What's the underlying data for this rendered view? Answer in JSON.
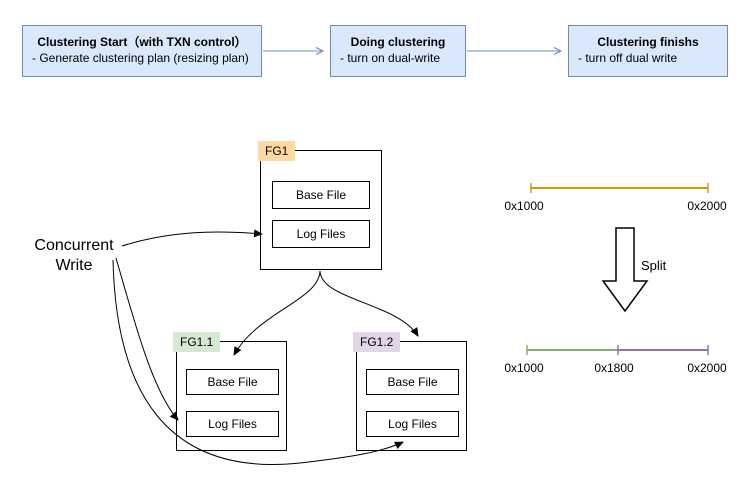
{
  "flow": {
    "steps": [
      {
        "title": "Clustering Start（with TXN control）",
        "subtitle": "- Generate clustering plan (resizing plan)"
      },
      {
        "title": "Doing clustering",
        "subtitle": "- turn on dual-write"
      },
      {
        "title": "Clustering finishs",
        "subtitle": "- turn off dual write"
      }
    ]
  },
  "file_groups": {
    "parent": {
      "label": "FG1",
      "base_file": "Base File",
      "log_files": "Log Files"
    },
    "child_left": {
      "label": "FG1.1",
      "base_file": "Base File",
      "log_files": "Log Files"
    },
    "child_right": {
      "label": "FG1.2",
      "base_file": "Base File",
      "log_files": "Log Files"
    }
  },
  "annotations": {
    "concurrent_write": {
      "line1": "Concurrent",
      "line2": "Write"
    },
    "split": "Split"
  },
  "ranges": {
    "before": {
      "start": "0x1000",
      "end": "0x2000"
    },
    "after": {
      "start": "0x1000",
      "mid": "0x1800",
      "end": "0x2000"
    }
  },
  "colors": {
    "flow_fill": "#dae8fc",
    "flow_border": "#6c8ebf",
    "fg1_tag": "#ffd9a0",
    "fg11_tag": "#d5e8d4",
    "fg12_tag": "#e1d5e7",
    "range_before": "#d79b00",
    "range_after_left": "#82b366",
    "range_after_right": "#9673a6",
    "arrow": "#000000"
  }
}
